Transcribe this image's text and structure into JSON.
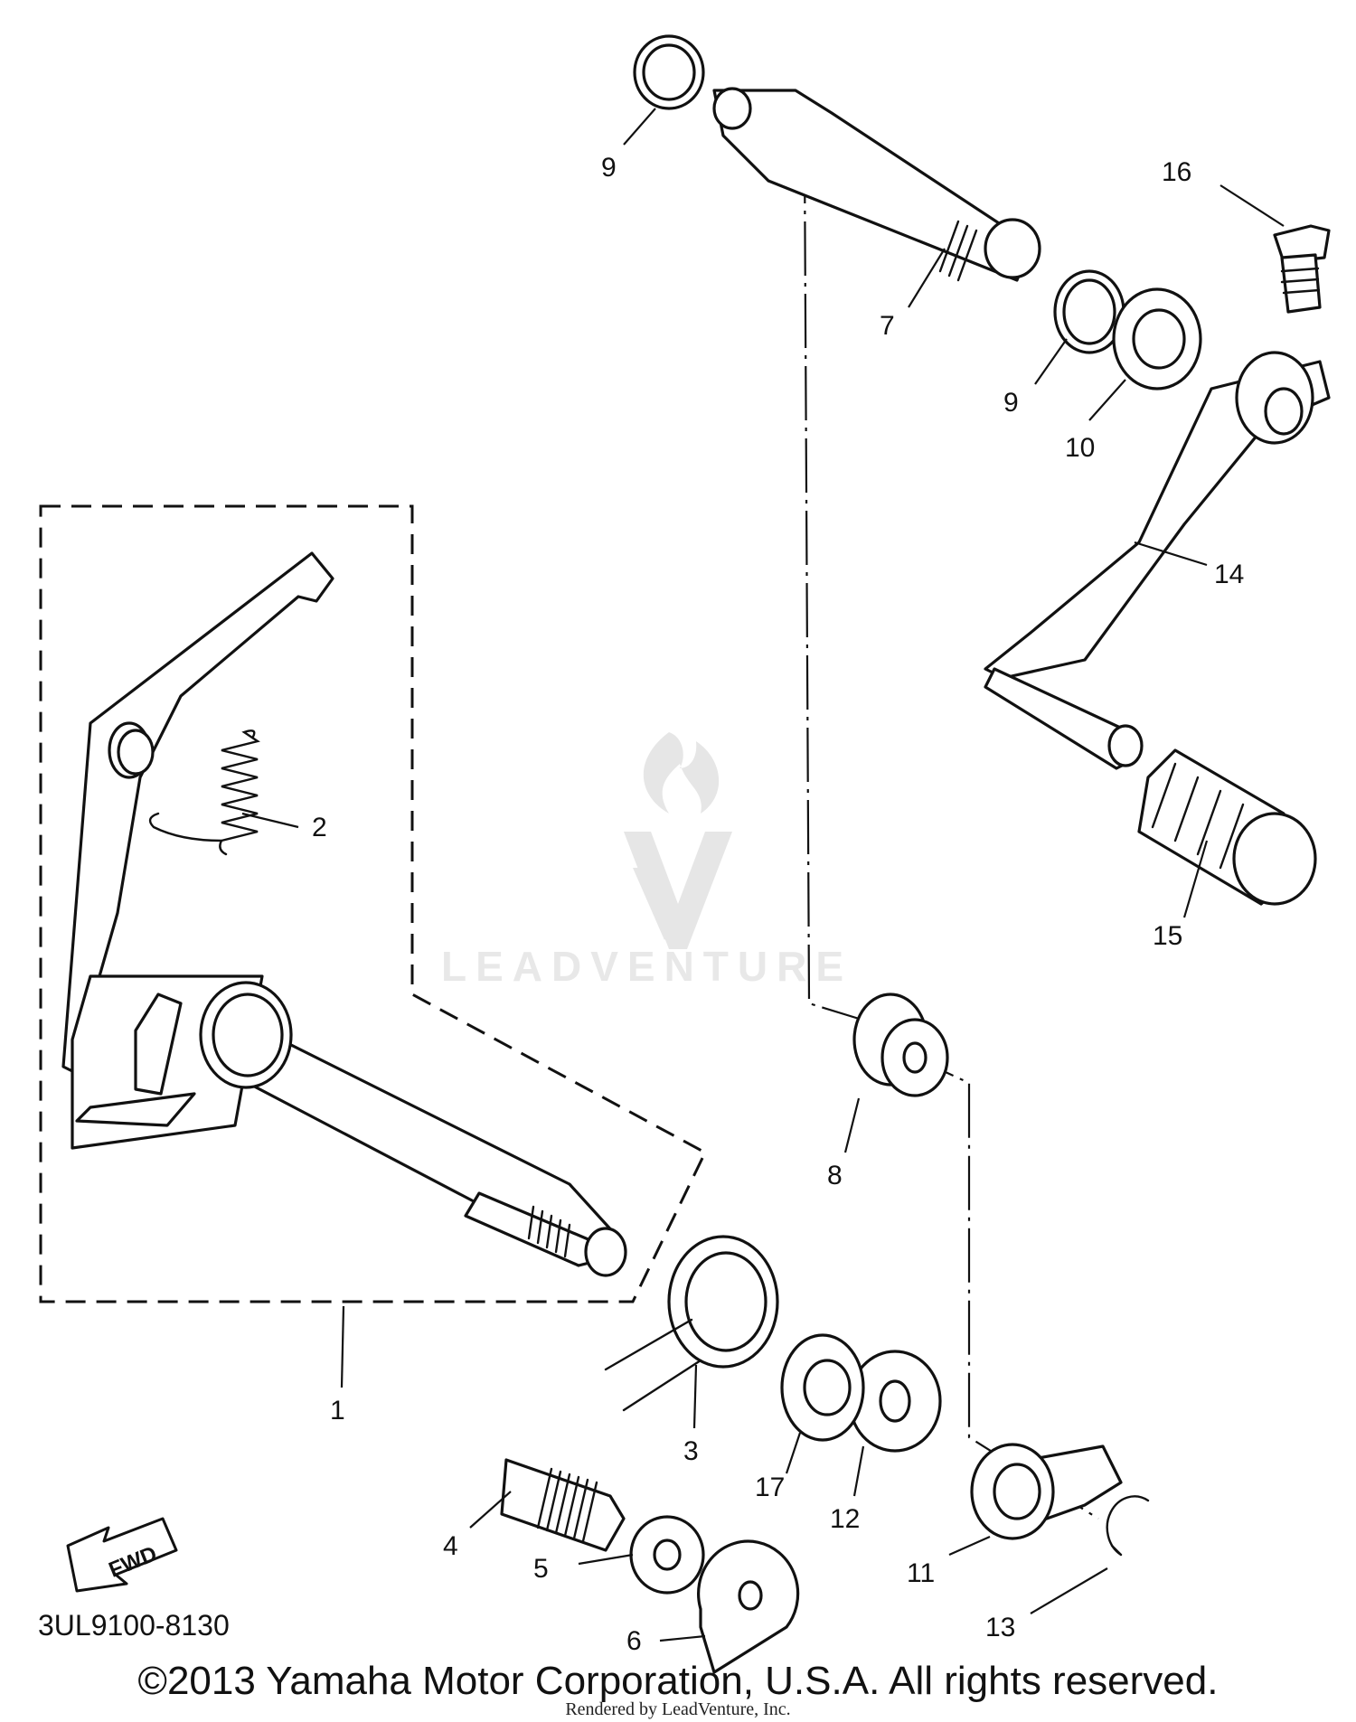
{
  "watermark": {
    "brand": "LEADVENTURE"
  },
  "diagram": {
    "doc_code": "3UL9100-8130",
    "fwd_label": "FWD",
    "callouts": [
      {
        "id": "c1",
        "label": "1"
      },
      {
        "id": "c2",
        "label": "2"
      },
      {
        "id": "c3",
        "label": "3"
      },
      {
        "id": "c4",
        "label": "4"
      },
      {
        "id": "c5",
        "label": "5"
      },
      {
        "id": "c6",
        "label": "6"
      },
      {
        "id": "c7",
        "label": "7"
      },
      {
        "id": "c8",
        "label": "8"
      },
      {
        "id": "c9a",
        "label": "9"
      },
      {
        "id": "c9b",
        "label": "9"
      },
      {
        "id": "c10",
        "label": "10"
      },
      {
        "id": "c11",
        "label": "11"
      },
      {
        "id": "c12",
        "label": "12"
      },
      {
        "id": "c13",
        "label": "13"
      },
      {
        "id": "c14",
        "label": "14"
      },
      {
        "id": "c15",
        "label": "15"
      },
      {
        "id": "c16",
        "label": "16"
      },
      {
        "id": "c17",
        "label": "17"
      }
    ]
  },
  "footer": {
    "copyright": "©2013 Yamaha Motor Corporation, U.S.A. All rights reserved.",
    "rendered_by": "Rendered by LeadVenture, Inc."
  }
}
